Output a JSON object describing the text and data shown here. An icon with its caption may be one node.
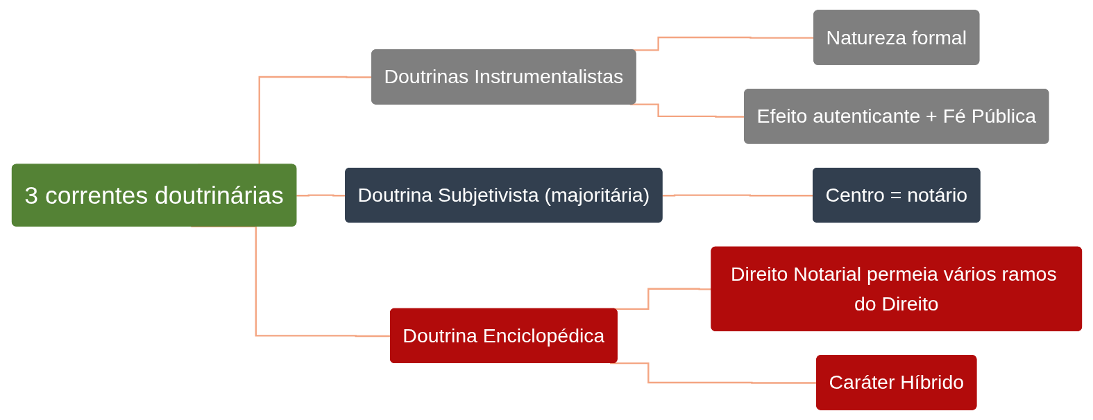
{
  "diagram": {
    "nodes": [
      {
        "text": [
          "3 correntes doutrinárias"
        ]
      },
      {
        "text": [
          "Doutrinas Instrumentalistas"
        ]
      },
      {
        "text": [
          "Natureza formal"
        ]
      },
      {
        "text": [
          "Efeito autenticante + Fé Pública"
        ]
      },
      {
        "text": [
          "Doutrina Subjetivista (majoritária)"
        ]
      },
      {
        "text": [
          "Centro = notário"
        ]
      },
      {
        "text": [
          "Doutrina Enciclopédica"
        ]
      },
      {
        "text": [
          "Direito Notarial permeia vários ramos do Direito"
        ]
      },
      {
        "text": [
          "Caráter Híbrido"
        ]
      }
    ],
    "edges": [
      {
        "from": 0,
        "to": 1,
        "arrow": "none"
      },
      {
        "from": 0,
        "to": 4,
        "arrow": "none"
      },
      {
        "from": 0,
        "to": 6,
        "arrow": "none"
      },
      {
        "from": 1,
        "to": 2,
        "arrow": "none"
      },
      {
        "from": 1,
        "to": 3,
        "arrow": "none"
      },
      {
        "from": 4,
        "to": 5,
        "arrow": "none"
      },
      {
        "from": 6,
        "to": 7,
        "arrow": "none"
      },
      {
        "from": 6,
        "to": 8,
        "arrow": "none"
      }
    ]
  }
}
